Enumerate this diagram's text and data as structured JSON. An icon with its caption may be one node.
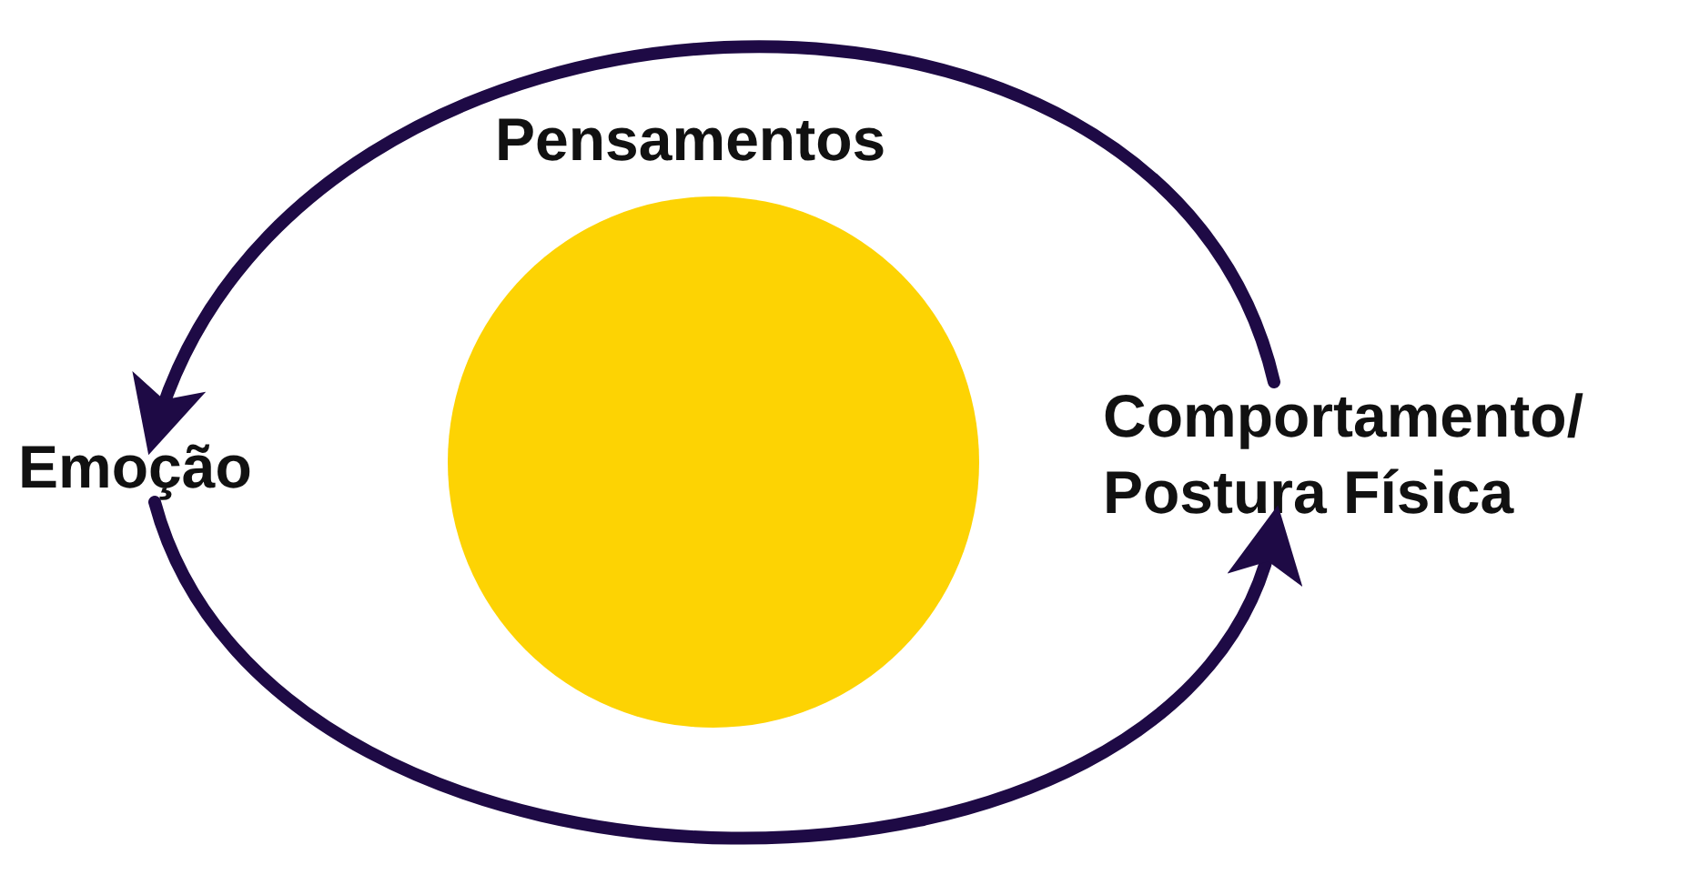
{
  "diagram": {
    "nodes": [
      {
        "text": [
          "Pensamentos"
        ]
      },
      {
        "text": [
          "Emoção"
        ]
      },
      {
        "text": [
          "Comportamento/ Postura Física"
        ]
      },
      {
        "text": [],
        "shape": "circle"
      }
    ],
    "edges": [
      {
        "from": 2,
        "to": 1,
        "arrow": "to"
      },
      {
        "from": 1,
        "to": 2,
        "arrow": "to"
      }
    ]
  }
}
